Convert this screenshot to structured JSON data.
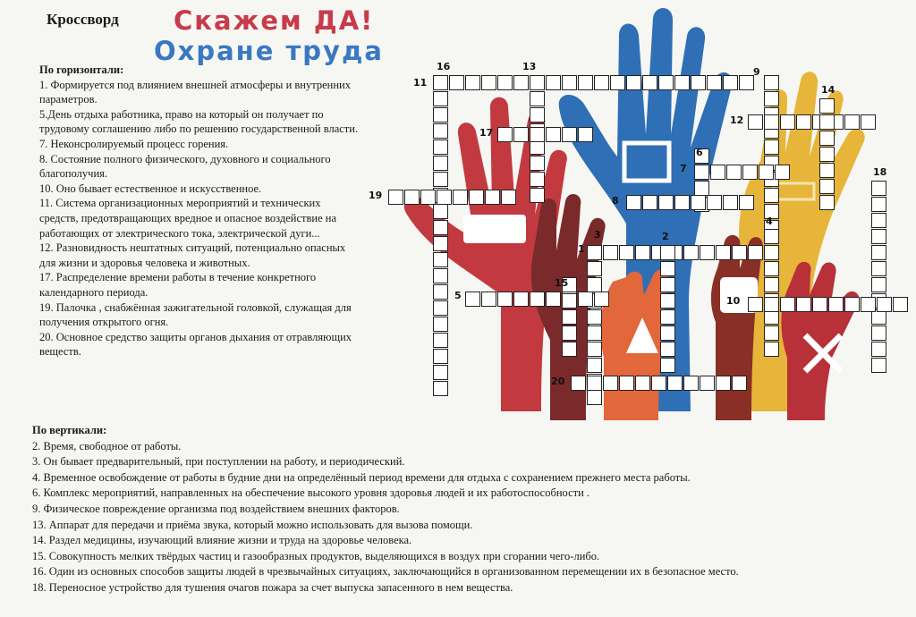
{
  "header": {
    "label": "Кроссворд",
    "title_line1": "Скажем ДА!",
    "title_line2": "Охране труда"
  },
  "across": {
    "heading": "По горизонтали:",
    "items": [
      "1. Формируется под влиянием внешней атмосферы и внутренних параметров.",
      "5.День отдыха работника, право на который он получает по трудовому соглашению либо по решению государственной власти.",
      "7. Неконсролируемый процесс горения.",
      "8. Состояние полного физического, духовного и социального благополучия.",
      "10. Оно бывает естественное и искусственное.",
      "11. Система организационных мероприятий и технических средств, предотвращающих вредное и опасное воздействие на работающих от электрического тока, электрической дуги...",
      "12. Разновидность нештатных ситуаций, потенциально опасных для жизни и здоровья человека и животных.",
      "17. Распределение времени работы в течение конкретного календарного периода.",
      "19. Палочка , снабжённая зажигательной головкой, служащая для получения открытого огня.",
      "20. Основное средство защиты органов дыхания от отравляющих веществ."
    ]
  },
  "down": {
    "heading": "По вертикали:",
    "items": [
      "2. Время, свободное от работы.",
      "3. Он бывает предварительный, при поступлении на работу, и периодический.",
      "4. Временное освобождение от работы в будние дни на определённый период времени для отдыха с сохранением прежнего места работы.",
      "6. Комплекс мероприятий, направленных на обеспечение высокого уровня здоровья людей и их работоспособности .",
      "9. Физическое повреждение организма под воздействием внешних факторов.",
      "13. Аппарат для передачи и приёма звука, который можно использовать для вызова помощи.",
      "14. Раздел медицины, изучающий влияние жизни и труда на здоровье человека.",
      "15. Совокупность мелких твёрдых частиц и газообразных продуктов, выделяющихся в воздух при сгорании чего-либо.",
      "16. Один из основных способов защиты людей в чрезвычайных ситуациях, заключающийся в организованном перемещении их в безопасное место.",
      "18. Переносное  устройство для тушения очагов пожара за счет выпуска запасенного в нем вещества."
    ]
  },
  "grid_numbers": [
    "1",
    "2",
    "3",
    "4",
    "5",
    "6",
    "7",
    "8",
    "9",
    "10",
    "11",
    "12",
    "13",
    "14",
    "15",
    "16",
    "17",
    "18",
    "19",
    "20"
  ],
  "colors": {
    "title_red": "#c73b4a",
    "title_blue": "#3a78c2",
    "hand_blue": "#2f6fb6",
    "hand_red": "#c23a3f",
    "hand_yellow": "#e7b53a",
    "hand_orange": "#e2673a",
    "hand_maroon": "#7a2a2a"
  }
}
